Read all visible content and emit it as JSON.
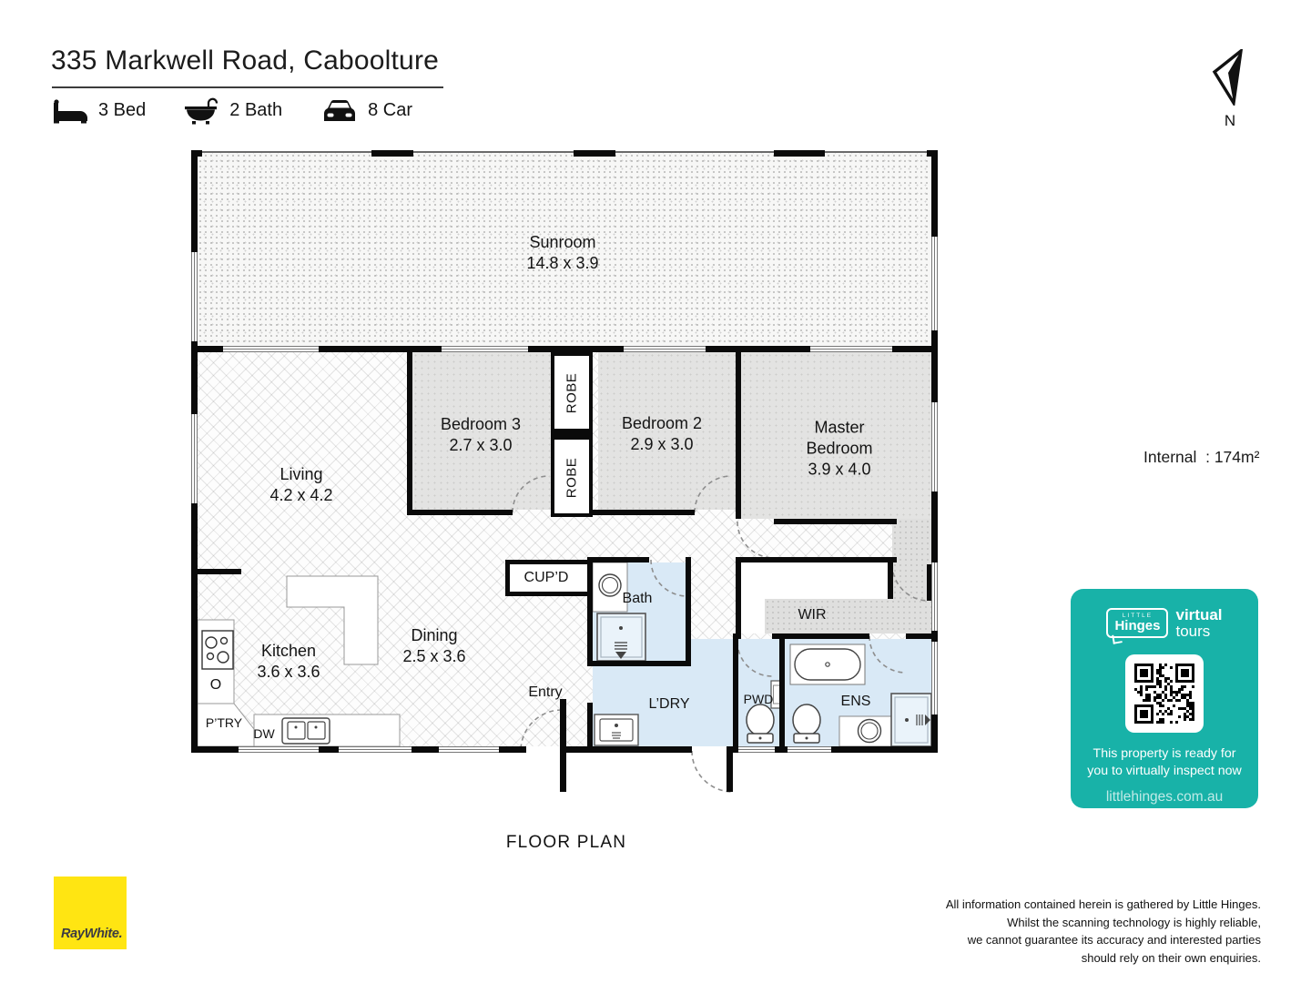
{
  "header": {
    "title": "335 Markwell Road, Caboolture",
    "features": [
      {
        "icon": "bed-icon",
        "label": "3 Bed"
      },
      {
        "icon": "bath-icon",
        "label": "2 Bath"
      },
      {
        "icon": "car-icon",
        "label": "8 Car"
      }
    ]
  },
  "compass": {
    "label": "N"
  },
  "plan": {
    "rooms": {
      "sunroom": {
        "name": "Sunroom",
        "dims": "14.8 x 3.9"
      },
      "living": {
        "name": "Living",
        "dims": "4.2 x 4.2"
      },
      "bedroom3": {
        "name": "Bedroom 3",
        "dims": "2.7 x 3.0"
      },
      "bedroom2": {
        "name": "Bedroom 2",
        "dims": "2.9 x 3.0"
      },
      "master": {
        "line1": "Master",
        "line2": "Bedroom",
        "dims": "3.9 x 4.0"
      },
      "kitchen": {
        "name": "Kitchen",
        "dims": "3.6 x 3.6"
      },
      "dining": {
        "name": "Dining",
        "dims": "2.5 x 3.6"
      }
    },
    "labels": {
      "robe": "ROBE",
      "cupboard": "CUP’D",
      "bath": "Bath",
      "wir": "WIR",
      "entry": "Entry",
      "laundry": "L’DRY",
      "powder": "PWD",
      "ensuite": "ENS",
      "oven": "O",
      "pantry": "P’TRY",
      "dishwasher": "DW"
    },
    "area_note": "Internal  : 174m²",
    "caption": "FLOOR PLAN"
  },
  "badge": {
    "color": "#18b2a8",
    "brand_top": "LITTLE",
    "brand": "Hinges",
    "product_line1": "virtual",
    "product_line2": "tours",
    "message_line1": "This property is ready for",
    "message_line2": "you to virtually inspect now",
    "website": "littlehinges.com.au"
  },
  "agency": {
    "name": "RayWhite.",
    "color": "#ffe512"
  },
  "disclaimer": [
    "All information contained herein is gathered by Little Hinges.",
    "Whilst the scanning technology is highly reliable,",
    "we cannot guarantee its accuracy and interested parties",
    "should rely on their own enquiries."
  ],
  "icons": [
    "bed-icon",
    "bath-icon",
    "car-icon",
    "north-arrow-icon",
    "qr-code",
    "cooktop-icon",
    "sink-icon",
    "toilet-icon",
    "bathtub-icon",
    "shower-icon",
    "basin-icon"
  ]
}
